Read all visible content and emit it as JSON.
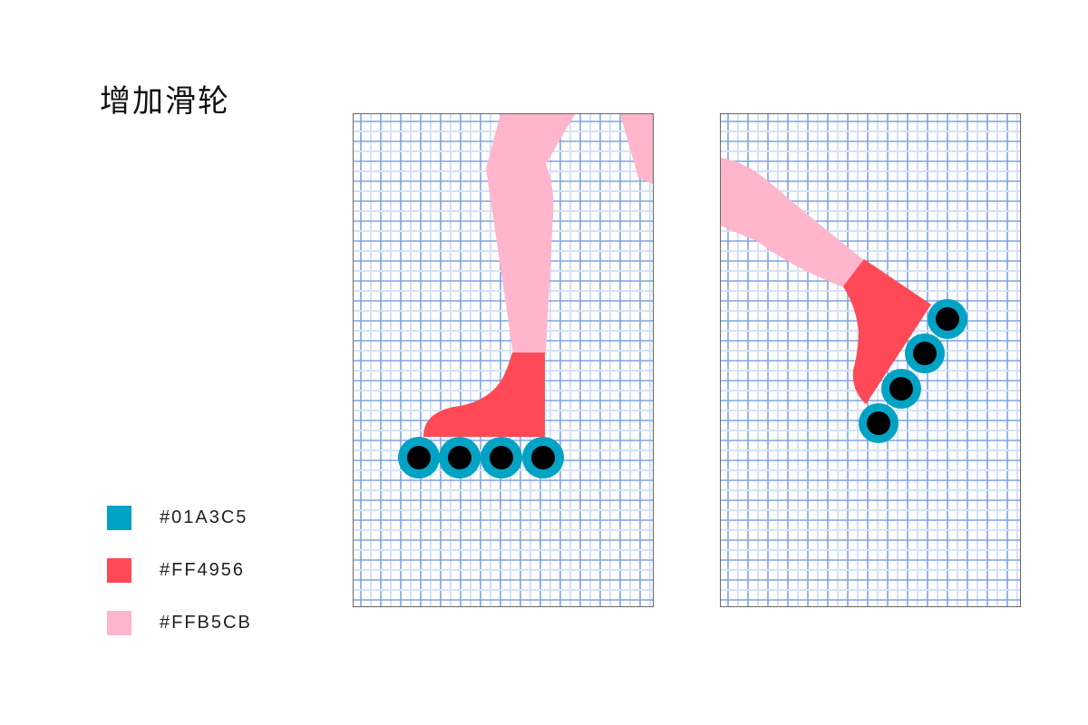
{
  "title": "增加滑轮",
  "legend": [
    {
      "color": "#01A3C5",
      "label": "#01A3C5"
    },
    {
      "color": "#FF4956",
      "label": "#FF4956"
    },
    {
      "color": "#FFB5CB",
      "label": "#FFB5CB"
    }
  ],
  "colors": {
    "wheel": "#01A3C5",
    "boot": "#FF4956",
    "leg": "#FFB5CB",
    "hub": "#000000",
    "grid_major": "#7EA3E6",
    "grid_minor": "#D6E2F8"
  },
  "panels": [
    {
      "name": "side-view",
      "wheels": 4
    },
    {
      "name": "angled-view",
      "wheels": 4
    }
  ]
}
